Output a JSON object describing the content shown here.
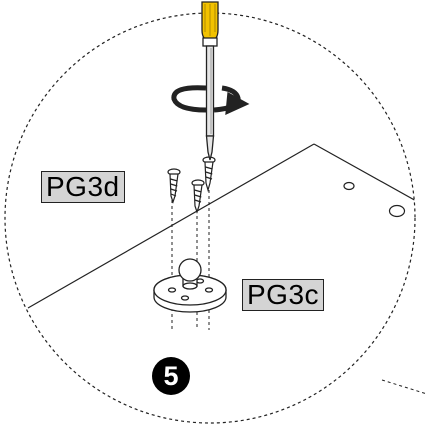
{
  "labels": {
    "screw_part": "PG3d",
    "bracket_part": "PG3c",
    "step_number": "5"
  },
  "colors": {
    "handle": "#f2c200",
    "label_background": "#d4d4d4",
    "line": "#222222",
    "badge": "#000000"
  },
  "icons": [
    "screwdriver-icon",
    "rotation-arrow-icon",
    "screw-icon",
    "mounting-bracket-icon"
  ]
}
